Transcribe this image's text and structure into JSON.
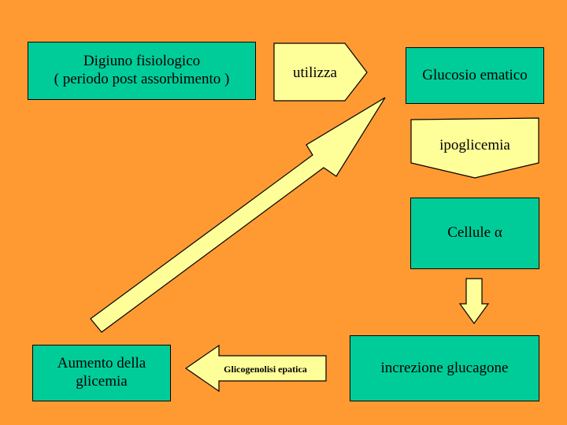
{
  "nodes": {
    "digiuno": {
      "line1": "Digiuno fisiologico",
      "line2": "( periodo post assorbimento )"
    },
    "glucosio": {
      "text": "Glucosio ematico"
    },
    "cellule": {
      "text": "Cellule α"
    },
    "increzione": {
      "text": "increzione glucagone"
    },
    "aumento": {
      "line1": "Aumento della",
      "line2": "glicemia"
    }
  },
  "arrows": {
    "utilizza": "utilizza",
    "ipoglicemia": "ipoglicemia",
    "glicogenolisi": "Glicogenolisi epatica"
  },
  "colors": {
    "background": "#FF9A33",
    "box_fill": "#00CC99",
    "arrow_fill": "#FFFF99",
    "stroke": "#000000"
  }
}
